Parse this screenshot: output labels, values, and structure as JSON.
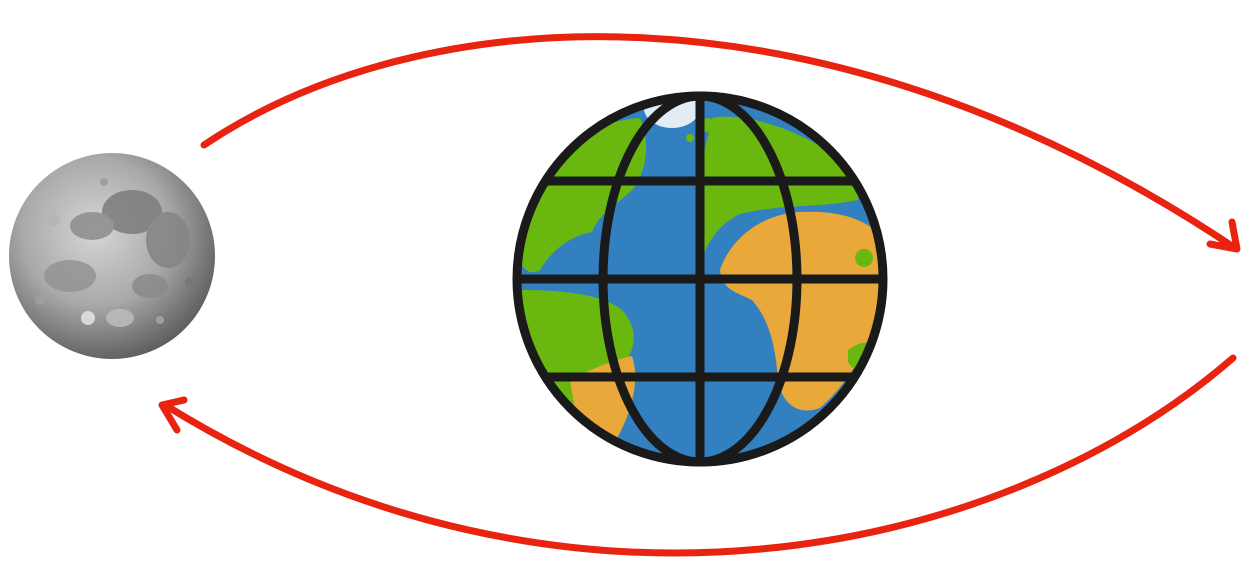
{
  "diagram": {
    "background": "#ffffff",
    "colors": {
      "arrow": "#e8230f",
      "ocean": "#3380c0",
      "land_green": "#6ab80f",
      "land_orange": "#e8a83a",
      "ice": "#e2ecf5",
      "gridline": "#1a1a1a",
      "moon_light": "#c8c8c8",
      "moon_mid": "#9a9a9a",
      "moon_dark": "#6e6e6e"
    },
    "objects": [
      {
        "id": "moon",
        "icon": "moon-icon"
      },
      {
        "id": "earth",
        "icon": "globe-icon"
      }
    ],
    "arrows": [
      {
        "id": "top-orbit-arrow",
        "from": "moon",
        "to": "right",
        "direction": "clockwise"
      },
      {
        "id": "bottom-orbit-arrow",
        "from": "right",
        "to": "moon",
        "direction": "clockwise"
      }
    ]
  }
}
